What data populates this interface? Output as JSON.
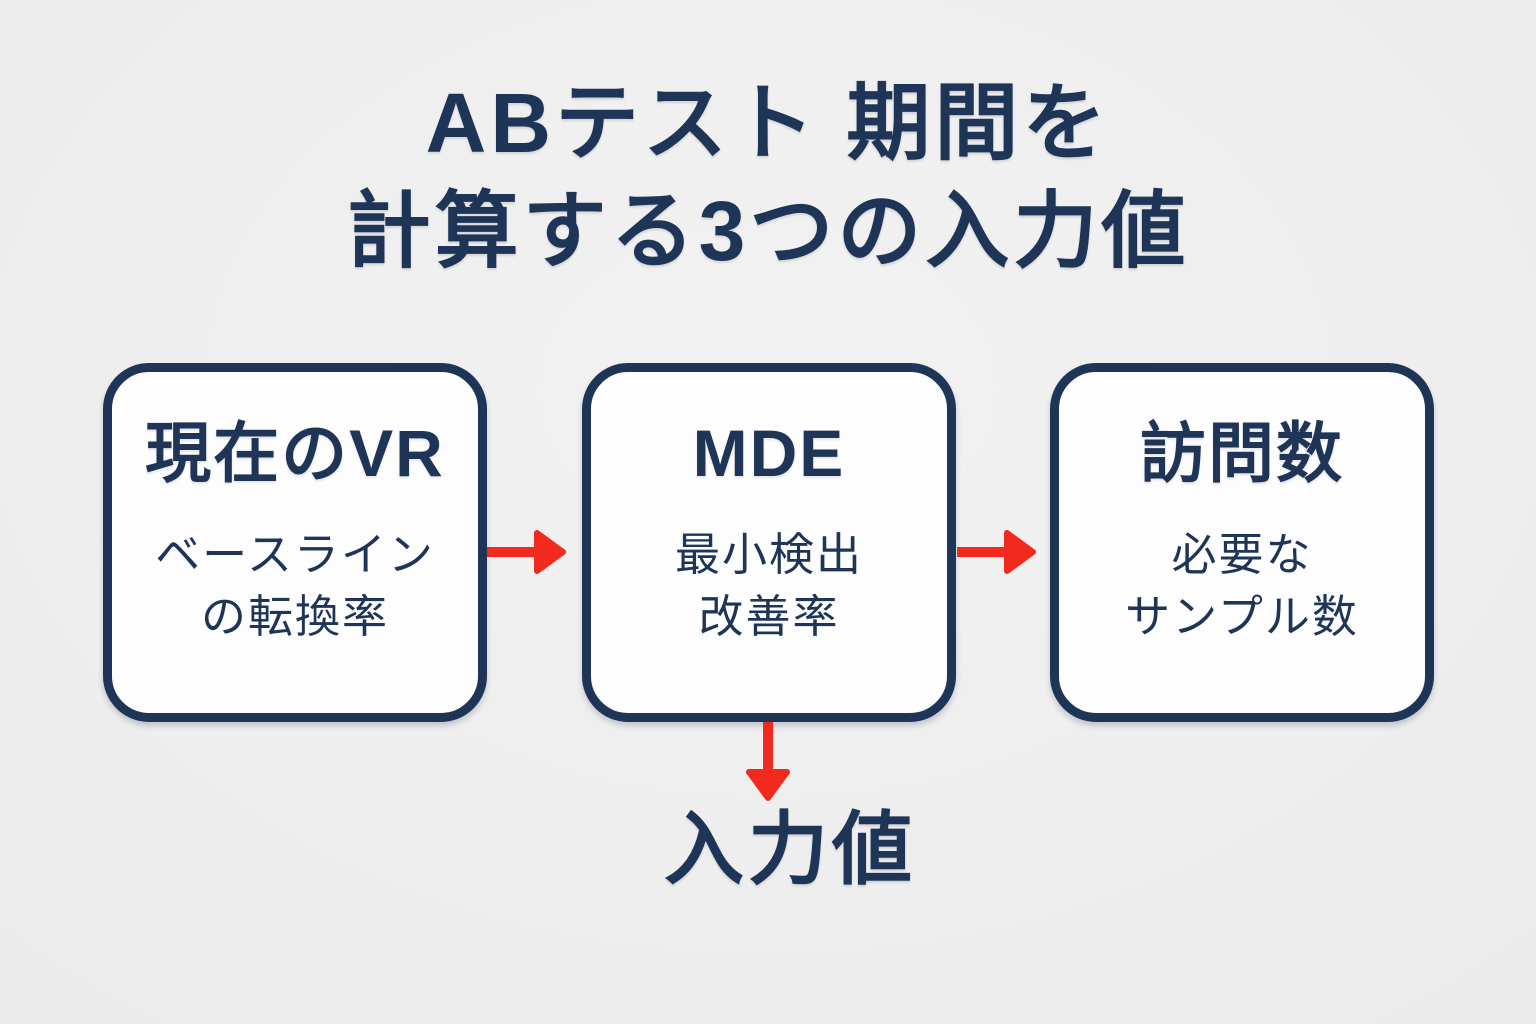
{
  "title": {
    "line1": "ABテスト 期間を",
    "line2": "計算する3つの入力値"
  },
  "boxes": [
    {
      "heading": "現在のVR",
      "subtitle_line1": "ベースライン",
      "subtitle_line2": "の転換率"
    },
    {
      "heading": "MDE",
      "subtitle_line1": "最小検出",
      "subtitle_line2": "改善率"
    },
    {
      "heading": "訪問数",
      "subtitle_line1": "必要な",
      "subtitle_line2": "サンプル数"
    }
  ],
  "output_label": "入力値",
  "icons": {
    "between_boxes": "arrow-right-icon",
    "to_output": "arrow-down-icon"
  },
  "colors": {
    "navy": "#1e3558",
    "red": "#f2291d",
    "background": "#eaeaeb",
    "box_bg": "#fdfdfd"
  }
}
